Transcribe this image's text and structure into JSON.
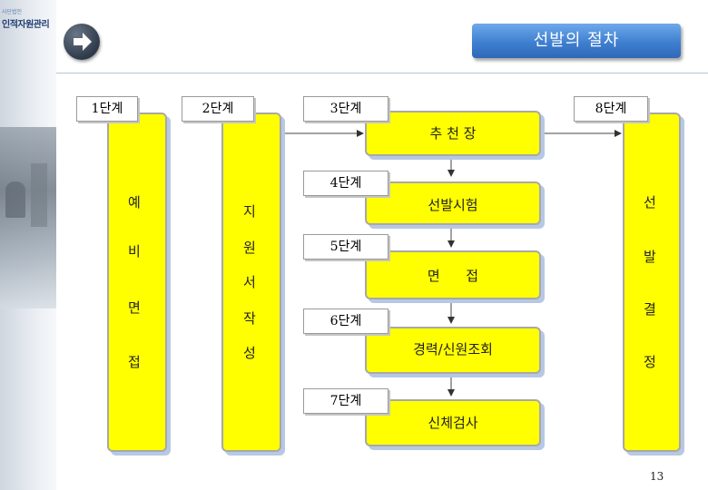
{
  "logo": {
    "subtitle": "사단법인",
    "name": "인적자원관리"
  },
  "title": "선발의 절차",
  "steps": {
    "s1": "1단계",
    "s2": "2단계",
    "s3": "3단계",
    "s4": "4단계",
    "s5": "5단계",
    "s6": "6단계",
    "s7": "7단계",
    "s8": "8단계"
  },
  "columns": {
    "col1": [
      "예",
      "비",
      "면",
      "접"
    ],
    "col2": [
      "지",
      "원",
      "서",
      "작",
      "성"
    ],
    "col8": [
      "선",
      "발",
      "결",
      "정"
    ]
  },
  "boxes": {
    "b3": "추 천 장",
    "b4": "선발시험",
    "b5": "면      접",
    "b6": "경력/신원조회",
    "b7": "신체검사"
  },
  "page_number": "13"
}
